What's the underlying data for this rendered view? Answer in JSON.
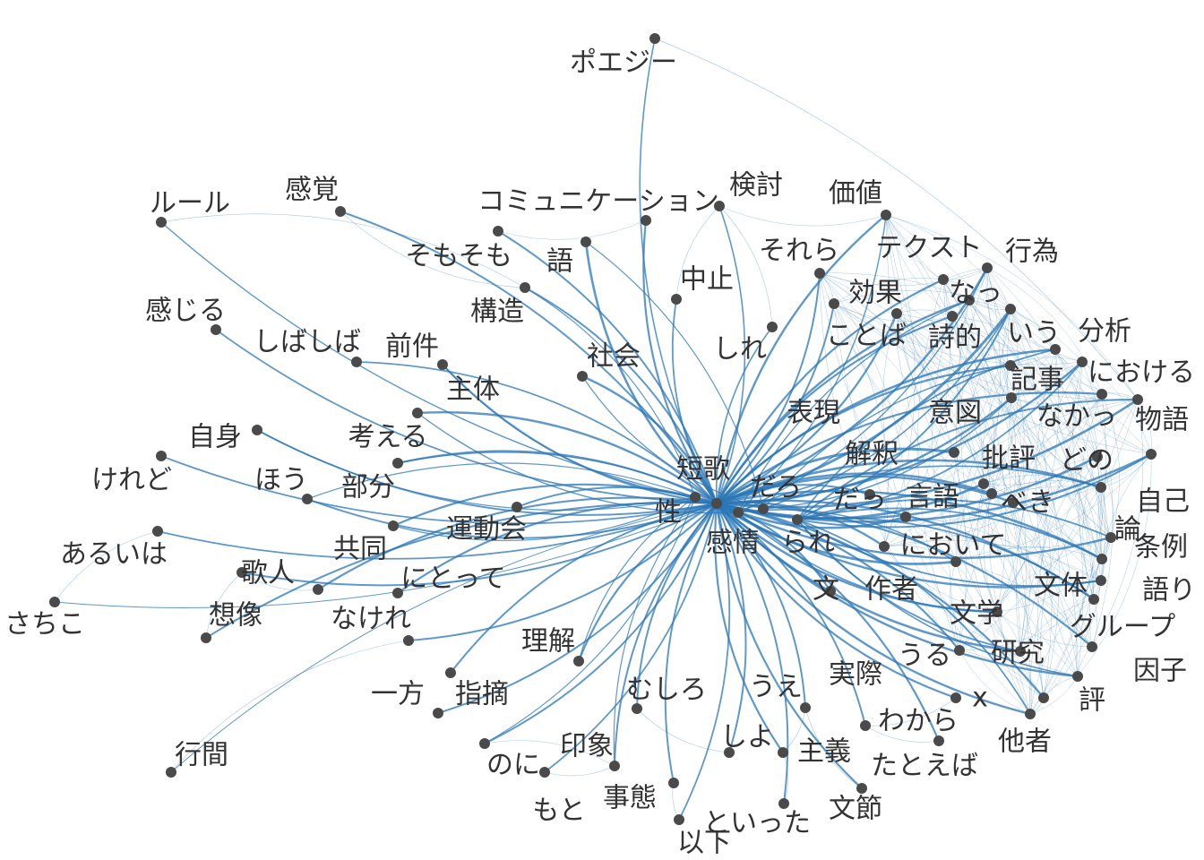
{
  "colors": {
    "edge": "#2b77b5",
    "node": "#4a4a4a",
    "label": "#333333",
    "background": "#ffffff"
  },
  "network": {
    "type": "word co-occurrence network",
    "hub_nodes": [
      "短歌",
      "性",
      "だろ",
      "感情",
      "られ"
    ],
    "nodes": [
      {
        "id": "tanka",
        "label": "短歌",
        "hub": true
      },
      {
        "id": "sei",
        "label": "性",
        "hub": true
      },
      {
        "id": "daro",
        "label": "だろ",
        "hub": true
      },
      {
        "id": "kanjo",
        "label": "感情",
        "hub": true
      },
      {
        "id": "rare",
        "label": "られ",
        "hub": true
      },
      {
        "id": "poesy",
        "label": "ポエジー"
      },
      {
        "id": "rule",
        "label": "ルール"
      },
      {
        "id": "kankaku",
        "label": "感覚"
      },
      {
        "id": "comm",
        "label": "コミュニケーション"
      },
      {
        "id": "kento",
        "label": "検討"
      },
      {
        "id": "kachi",
        "label": "価値"
      },
      {
        "id": "somosomo",
        "label": "そもそも"
      },
      {
        "id": "go",
        "label": "語"
      },
      {
        "id": "sorera",
        "label": "それら"
      },
      {
        "id": "text",
        "label": "テクスト"
      },
      {
        "id": "koui",
        "label": "行為"
      },
      {
        "id": "kanjiru",
        "label": "感じる"
      },
      {
        "id": "kozo",
        "label": "構造"
      },
      {
        "id": "chushi",
        "label": "中止"
      },
      {
        "id": "koka",
        "label": "効果"
      },
      {
        "id": "natt",
        "label": "なっ"
      },
      {
        "id": "shibashiba",
        "label": "しばしば"
      },
      {
        "id": "zenken",
        "label": "前件"
      },
      {
        "id": "shakai",
        "label": "社会"
      },
      {
        "id": "shire",
        "label": "しれ"
      },
      {
        "id": "kotoba",
        "label": "ことば"
      },
      {
        "id": "shiteki",
        "label": "詩的"
      },
      {
        "id": "iu",
        "label": "いう"
      },
      {
        "id": "bunseki",
        "label": "分析"
      },
      {
        "id": "shutai",
        "label": "主体"
      },
      {
        "id": "kiji",
        "label": "記事"
      },
      {
        "id": "niokeru",
        "label": "における"
      },
      {
        "id": "hyogen",
        "label": "表現"
      },
      {
        "id": "ito",
        "label": "意図"
      },
      {
        "id": "nakat",
        "label": "なかっ"
      },
      {
        "id": "monogatari",
        "label": "物語"
      },
      {
        "id": "jishin",
        "label": "自身"
      },
      {
        "id": "kangaeru",
        "label": "考える"
      },
      {
        "id": "keredo",
        "label": "けれど"
      },
      {
        "id": "kaishaku",
        "label": "解釈"
      },
      {
        "id": "hihyo",
        "label": "批評"
      },
      {
        "id": "dono",
        "label": "どの"
      },
      {
        "id": "hou",
        "label": "ほう"
      },
      {
        "id": "bubun",
        "label": "部分"
      },
      {
        "id": "dat",
        "label": "だっ"
      },
      {
        "id": "gengo",
        "label": "言語"
      },
      {
        "id": "beki",
        "label": "べき"
      },
      {
        "id": "jiko",
        "label": "自己"
      },
      {
        "id": "aruiwa",
        "label": "あるいは"
      },
      {
        "id": "undokai",
        "label": "運動会"
      },
      {
        "id": "ron",
        "label": "論"
      },
      {
        "id": "kyodo",
        "label": "共同"
      },
      {
        "id": "nioite",
        "label": "において"
      },
      {
        "id": "jorei",
        "label": "条例"
      },
      {
        "id": "kajin",
        "label": "歌人"
      },
      {
        "id": "nitotte",
        "label": "にとって"
      },
      {
        "id": "bun",
        "label": "文"
      },
      {
        "id": "sakusha",
        "label": "作者"
      },
      {
        "id": "buntai",
        "label": "文体"
      },
      {
        "id": "katari",
        "label": "語り"
      },
      {
        "id": "sachiko",
        "label": "さちこ"
      },
      {
        "id": "sozo",
        "label": "想像"
      },
      {
        "id": "nakere",
        "label": "なけれ"
      },
      {
        "id": "bungaku",
        "label": "文学"
      },
      {
        "id": "group",
        "label": "グループ"
      },
      {
        "id": "rikai",
        "label": "理解"
      },
      {
        "id": "uru",
        "label": "うる"
      },
      {
        "id": "kenkyu",
        "label": "研究"
      },
      {
        "id": "inshi",
        "label": "因子"
      },
      {
        "id": "ippo",
        "label": "一方"
      },
      {
        "id": "shiteki2",
        "label": "指摘"
      },
      {
        "id": "mushiro",
        "label": "むしろ"
      },
      {
        "id": "ue",
        "label": "うえ"
      },
      {
        "id": "jissai",
        "label": "実際"
      },
      {
        "id": "x",
        "label": "x"
      },
      {
        "id": "hyo",
        "label": "評"
      },
      {
        "id": "wakara",
        "label": "わから"
      },
      {
        "id": "gyokan",
        "label": "行間"
      },
      {
        "id": "noni",
        "label": "のに"
      },
      {
        "id": "insho",
        "label": "印象"
      },
      {
        "id": "shiyo",
        "label": "しよ"
      },
      {
        "id": "shugi",
        "label": "主義"
      },
      {
        "id": "tatoeba",
        "label": "たとえば"
      },
      {
        "id": "tasha",
        "label": "他者"
      },
      {
        "id": "moto",
        "label": "もと"
      },
      {
        "id": "jitai",
        "label": "事態"
      },
      {
        "id": "toitta",
        "label": "といった"
      },
      {
        "id": "bunsetsu",
        "label": "文節"
      },
      {
        "id": "ika",
        "label": "以下"
      }
    ]
  }
}
